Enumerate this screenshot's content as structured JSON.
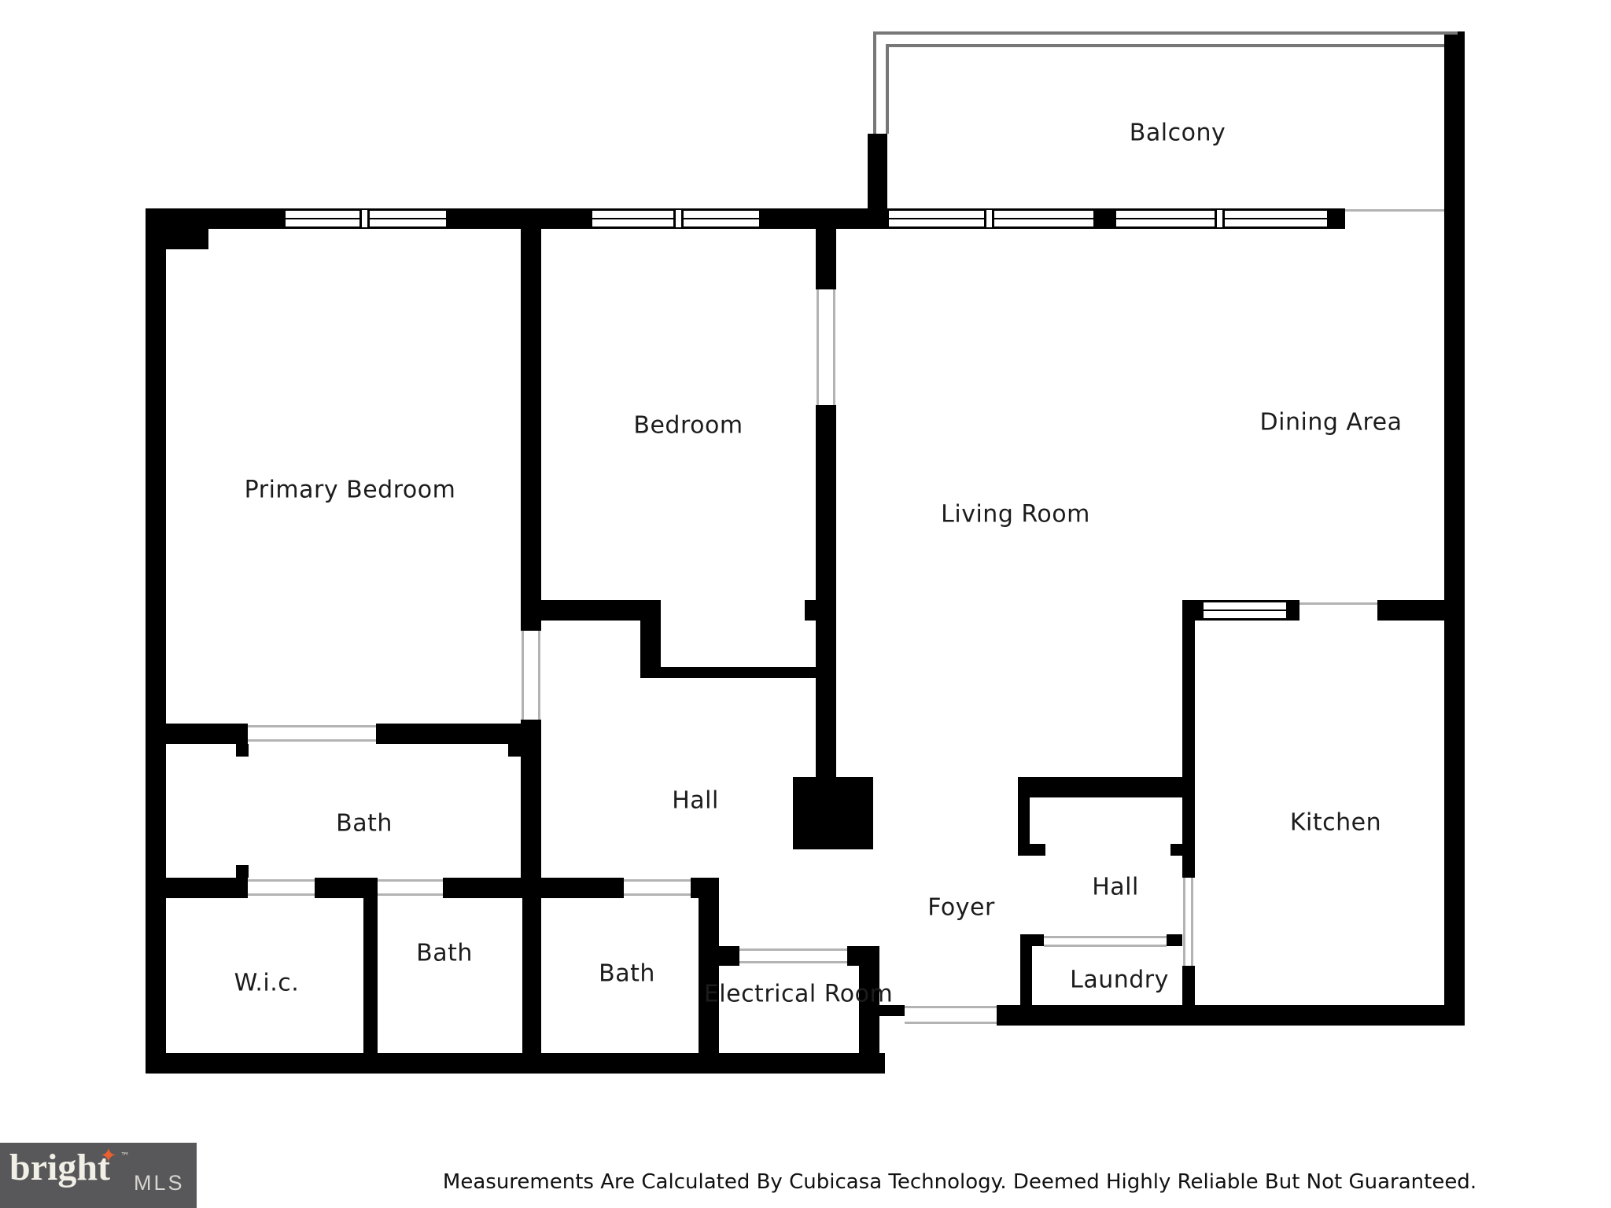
{
  "rooms": [
    {
      "name": "Balcony"
    },
    {
      "name": "Primary Bedroom"
    },
    {
      "name": "Bedroom"
    },
    {
      "name": "Living Room"
    },
    {
      "name": "Dining Area"
    },
    {
      "name": "Kitchen"
    },
    {
      "name": "Bath"
    },
    {
      "name": "Bath"
    },
    {
      "name": "Bath"
    },
    {
      "name": "W.i.c."
    },
    {
      "name": "Hall"
    },
    {
      "name": "Hall"
    },
    {
      "name": "Foyer"
    },
    {
      "name": "Electrical Room"
    },
    {
      "name": "Laundry"
    }
  ],
  "footer": {
    "disclaimer": "Measurements Are Calculated By Cubicasa Technology. Deemed Highly Reliable But Not Guaranteed."
  },
  "logo": {
    "brand": "bright",
    "trademark": "™",
    "star": "✦",
    "suffix": "MLS"
  },
  "colors": {
    "wall": "#000000",
    "opening_line": "#b3b3b3",
    "label": "#1c1c1c",
    "logo_bg": "#58585a",
    "logo_text": "#f2efe7",
    "logo_mls": "#d7d5d1",
    "star": "#e86030"
  }
}
